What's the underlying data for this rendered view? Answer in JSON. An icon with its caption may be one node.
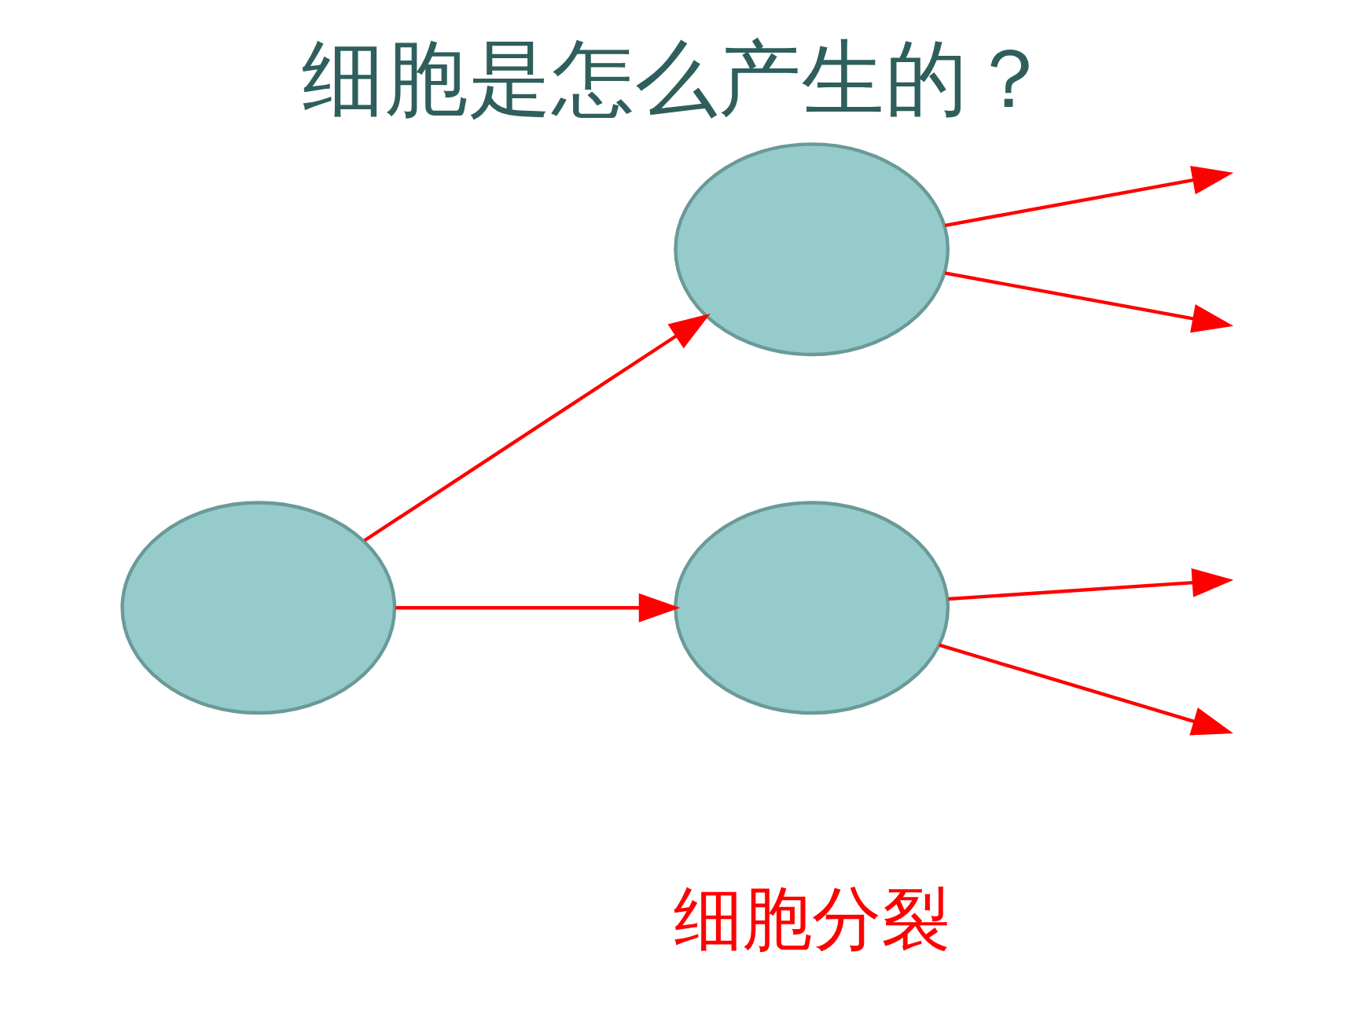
{
  "diagram": {
    "title": "细胞是怎么产生的？",
    "nodes": [
      {
        "text": [],
        "shape": "circle"
      },
      {
        "text": [],
        "shape": "circle"
      },
      {
        "text": [],
        "shape": "circle"
      }
    ],
    "edges": [
      {
        "from": 0,
        "to": 1,
        "arrow": "to",
        "color": "#ff0000"
      },
      {
        "from": 0,
        "to": 2,
        "arrow": "to",
        "color": "#ff0000"
      },
      {
        "from": 1,
        "to": null,
        "arrow": "to",
        "color": "#ff0000"
      },
      {
        "from": 1,
        "to": null,
        "arrow": "to",
        "color": "#ff0000"
      },
      {
        "from": 2,
        "to": null,
        "arrow": "to",
        "color": "#ff0000"
      },
      {
        "from": 2,
        "to": null,
        "arrow": "to",
        "color": "#ff0000"
      }
    ],
    "labels": [
      "细胞分裂"
    ]
  }
}
